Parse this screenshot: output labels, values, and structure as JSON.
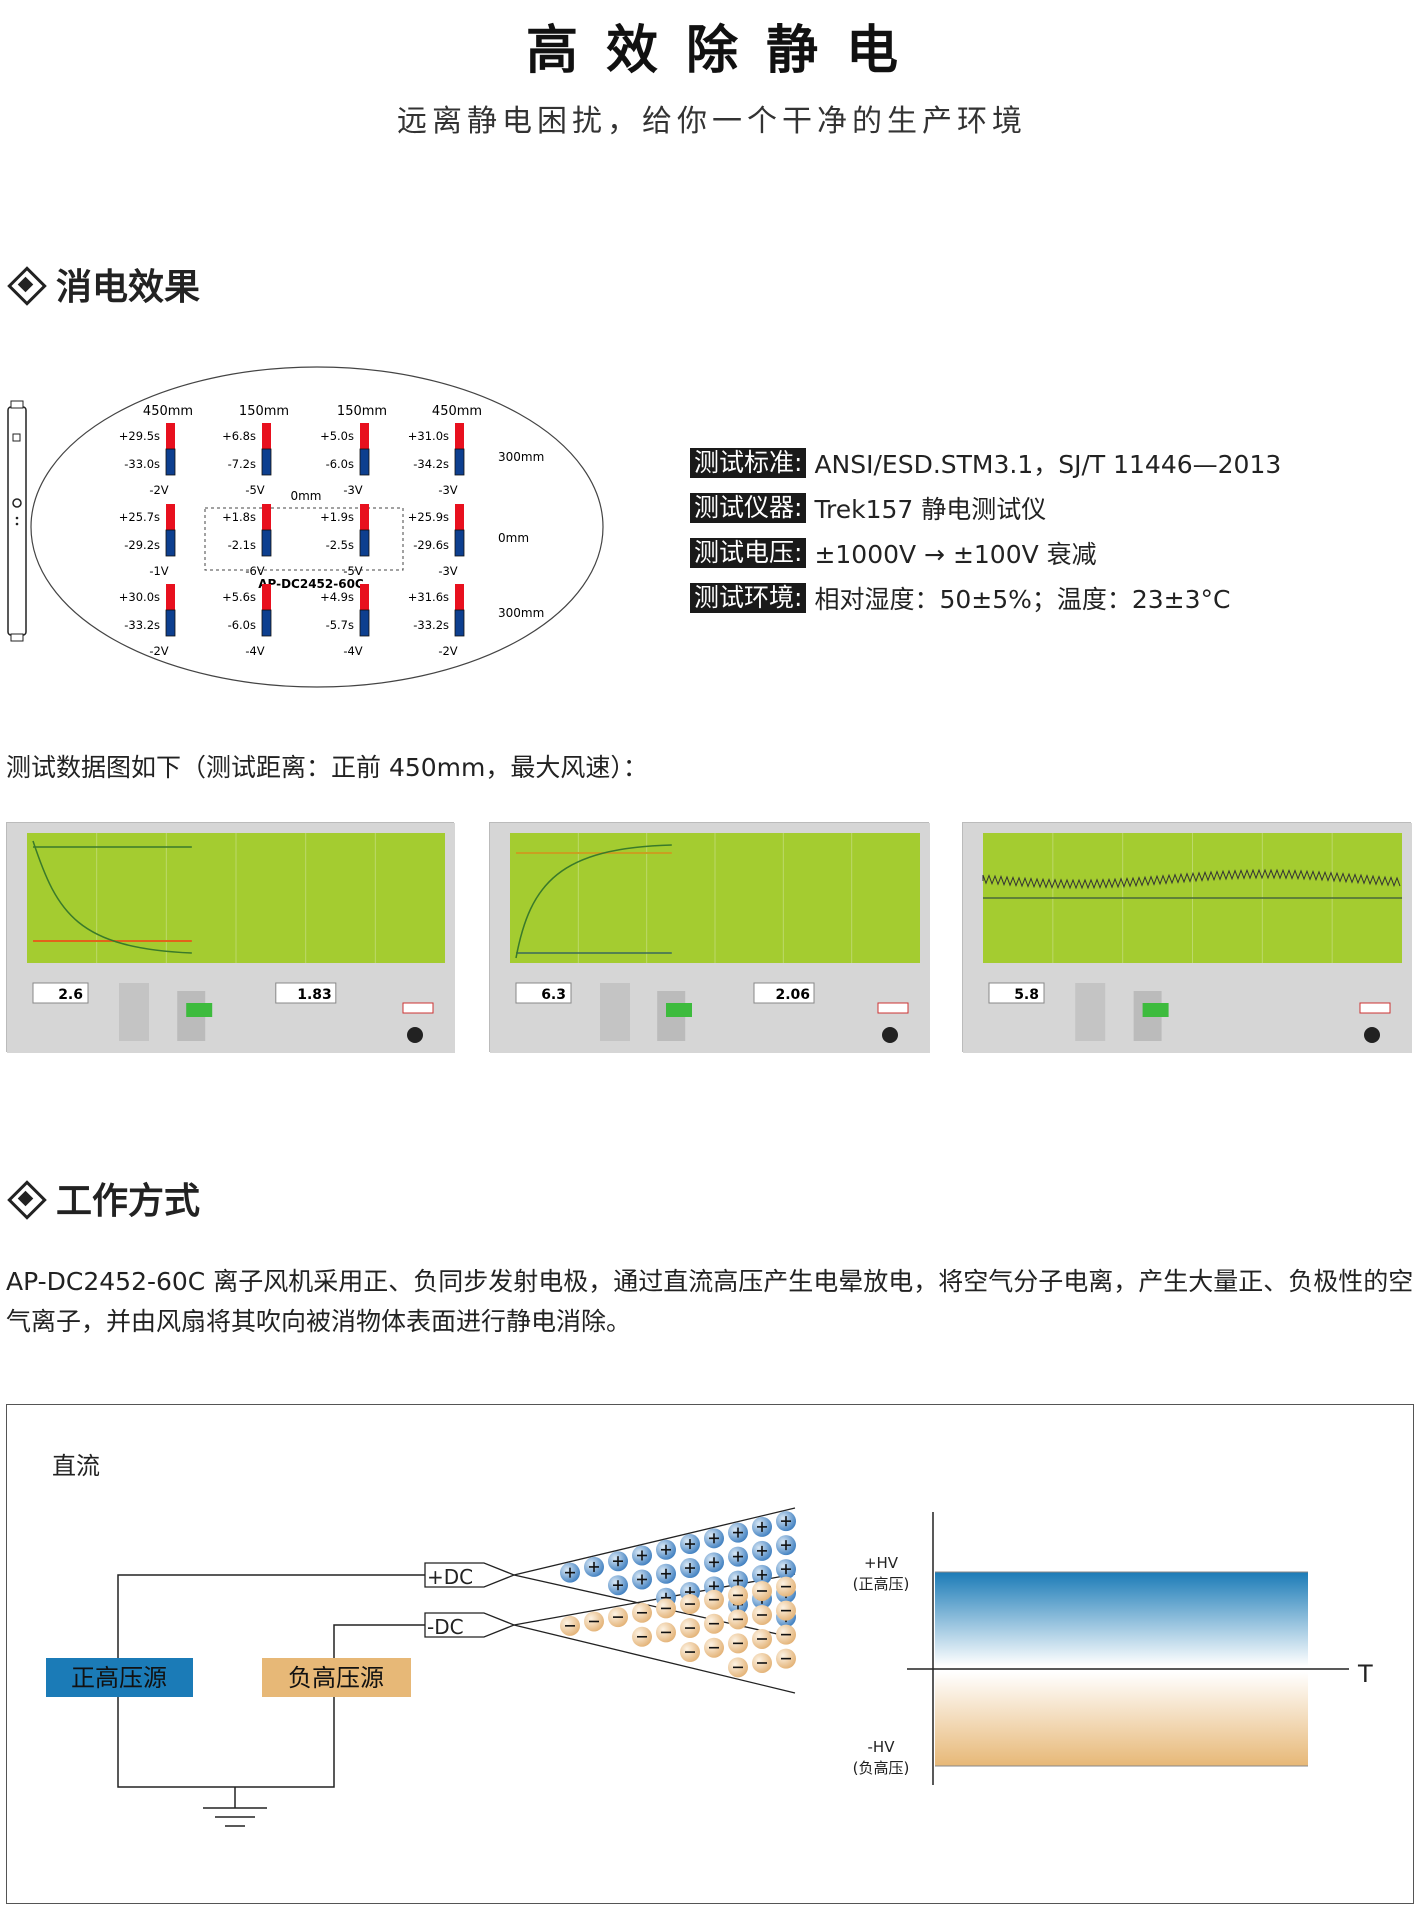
{
  "header": {
    "title": "高效除静电",
    "subtitle": "远离静电困扰，给你一个干净的生产环境"
  },
  "section1": {
    "heading": "消电效果",
    "diagram": {
      "column_labels": [
        "450mm",
        "150mm",
        "150mm",
        "450mm"
      ],
      "row_labels": [
        "300mm",
        "0mm",
        "300mm"
      ],
      "center_label": "0mm",
      "model": "AP-DC2452-60C",
      "cells": [
        [
          {
            "pos": "+29.5s",
            "neg": "-33.0s",
            "v": "-2V"
          },
          {
            "pos": "+6.8s",
            "neg": "-7.2s",
            "v": "-5V"
          },
          {
            "pos": "+5.0s",
            "neg": "-6.0s",
            "v": "-3V"
          },
          {
            "pos": "+31.0s",
            "neg": "-34.2s",
            "v": "-3V"
          }
        ],
        [
          {
            "pos": "+25.7s",
            "neg": "-29.2s",
            "v": "-1V"
          },
          {
            "pos": "+1.8s",
            "neg": "-2.1s",
            "v": "-6V"
          },
          {
            "pos": "+1.9s",
            "neg": "-2.5s",
            "v": "-5V"
          },
          {
            "pos": "+25.9s",
            "neg": "-29.6s",
            "v": "-3V"
          }
        ],
        [
          {
            "pos": "+30.0s",
            "neg": "-33.2s",
            "v": "-2V"
          },
          {
            "pos": "+5.6s",
            "neg": "-6.0s",
            "v": "-4V"
          },
          {
            "pos": "+4.9s",
            "neg": "-5.7s",
            "v": "-4V"
          },
          {
            "pos": "+31.6s",
            "neg": "-33.2s",
            "v": "-2V"
          }
        ]
      ],
      "colors": {
        "positive": "#e8101e",
        "negative": "#0d3f8f"
      }
    },
    "test_info": [
      {
        "label": "测试标准:",
        "value": "ANSI/ESD.STM3.1，SJ/T 11446—2013"
      },
      {
        "label": "测试仪器:",
        "value": "Trek157 静电测试仪"
      },
      {
        "label": "测试电压:",
        "value": "±1000V → ±100V 衰减"
      },
      {
        "label": "测试环境:",
        "value": "相对湿度：50±5%；温度：23±3°C"
      }
    ],
    "intro": "测试数据图如下（测试距离：正前 450mm，最大风速）：",
    "screenshots": [
      {
        "mode": "decay-positive",
        "value1": "2.6",
        "value2": "1.83"
      },
      {
        "mode": "decay-negative",
        "value1": "6.3",
        "value2": "2.06"
      },
      {
        "mode": "balance",
        "value1": "5.8"
      }
    ]
  },
  "section2": {
    "heading": "工作方式",
    "paragraph": "AP-DC2452-60C 离子风机采用正、负同步发射电极，通过直流高压产生电晕放电，将空气分子电离，产生大量正、负极性的空气离子，并由风扇将其吹向被消物体表面进行静电消除。",
    "diagram": {
      "title": "直流",
      "pos_electrode": "+DC",
      "neg_electrode": "-DC",
      "pos_source": "正高压源",
      "neg_source": "负高压源",
      "pos_hv": "+HV",
      "pos_hv_cn": "(正高压)",
      "neg_hv": "-HV",
      "neg_hv_cn": "(负高压)",
      "axis_t": "T",
      "colors": {
        "pos_source": "#1b7bb7",
        "neg_source": "#e7b877"
      }
    }
  }
}
